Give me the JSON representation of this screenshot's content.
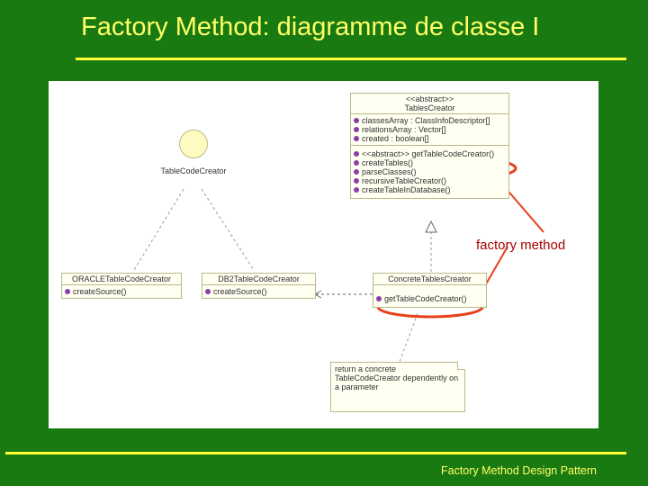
{
  "title": "Factory Method: diagramme de classe I",
  "footer": "Factory Method Design Pattern",
  "annotation": "factory method",
  "colors": {
    "background": "#1a7a12",
    "title": "#ffff66",
    "rule": "#ffff33",
    "highlight": "#e8401c",
    "annotation": "#a60000"
  },
  "abstract_class": {
    "stereotype": "<<abstract>>",
    "name": "TablesCreator",
    "attributes": [
      "classesArray : ClassInfoDescriptor[]",
      "relationsArray : Vector[]",
      "created : boolean[]"
    ],
    "methods": [
      "<<abstract>> getTableCodeCreator()",
      "createTables()",
      "parseClasses()",
      "recursiveTableCreator()",
      "createTableInDatabase()"
    ]
  },
  "actor": {
    "name": "TableCodeCreator"
  },
  "classes": [
    {
      "name": "ORACLETableCodeCreator",
      "methods": [
        "createSource()"
      ]
    },
    {
      "name": "DB2TableCodeCreator",
      "methods": [
        "createSource()"
      ]
    },
    {
      "name": "ConcreteTablesCreator",
      "methods": [
        "getTableCodeCreator()"
      ]
    }
  ],
  "note": "return a concrete TableCodeCreator dependently on a parameter"
}
